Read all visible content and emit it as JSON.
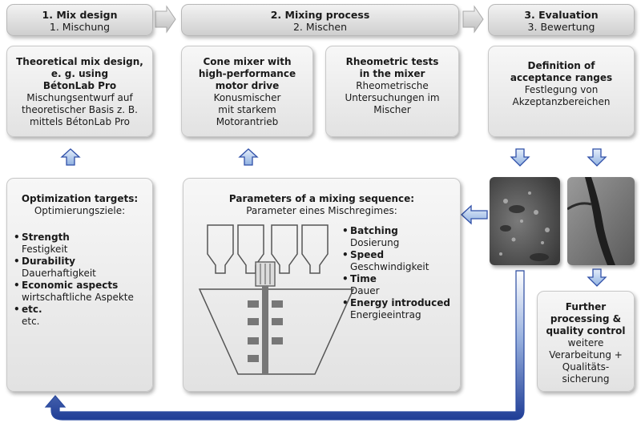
{
  "headers": [
    {
      "title": "1. Mix design",
      "subtitle": "1. Mischung"
    },
    {
      "title": "2. Mixing process",
      "subtitle": "2. Mischen"
    },
    {
      "title": "3. Evaluation",
      "subtitle": "3. Bewertung"
    }
  ],
  "mix_design_box": {
    "title_line1": "Theoretical mix design,",
    "title_line2": "e. g. using",
    "title_line3": "BétonLab Pro",
    "de_line1": "Mischungsentwurf auf",
    "de_line2": "theoretischer Basis z. B.",
    "de_line3": "mittels BétonLab Pro"
  },
  "cone_mixer_box": {
    "title_line1": "Cone mixer with",
    "title_line2": "high-performance",
    "title_line3": "motor drive",
    "de_line1": "Konusmischer",
    "de_line2": "mit starkem",
    "de_line3": "Motorantrieb"
  },
  "rheometric_box": {
    "title_line1": "Rheometric tests",
    "title_line2": "in the mixer",
    "de_line1": "Rheometrische",
    "de_line2": "Untersuchungen im",
    "de_line3": "Mischer"
  },
  "acceptance_box": {
    "title_line1": "Definition of",
    "title_line2": "acceptance ranges",
    "de_line1": "Festlegung von",
    "de_line2": "Akzeptanzbereichen"
  },
  "optimization_box": {
    "title": "Optimization targets:",
    "subtitle": "Optimierungsziele:",
    "items": [
      {
        "en": "Strength",
        "de": "Festigkeit"
      },
      {
        "en": "Durability",
        "de": "Dauerhaftigkeit"
      },
      {
        "en": "Economic aspects",
        "de": "wirtschaftliche Aspekte"
      },
      {
        "en": "etc.",
        "de": "etc."
      }
    ]
  },
  "parameters_box": {
    "title": "Parameters of a mixing sequence:",
    "subtitle": "Parameter eines Mischregimes:",
    "items": [
      {
        "en": "Batching",
        "de": "Dosierung"
      },
      {
        "en": "Speed",
        "de": "Geschwindigkeit"
      },
      {
        "en": "Time",
        "de": "Dauer"
      },
      {
        "en": "Energy introduced",
        "de": "Energieeintrag"
      }
    ]
  },
  "further_box": {
    "title_line1": "Further",
    "title_line2": "processing &",
    "title_line3": "quality control",
    "de_line1": "weitere",
    "de_line2": "Verarbeitung +",
    "de_line3": "Qualitäts-",
    "de_line4": "sicherung"
  },
  "colors": {
    "arrow_blue": "#2f4fa8",
    "arrow_light": "#cfe0f6",
    "box_grey": "#e6e6e6"
  }
}
